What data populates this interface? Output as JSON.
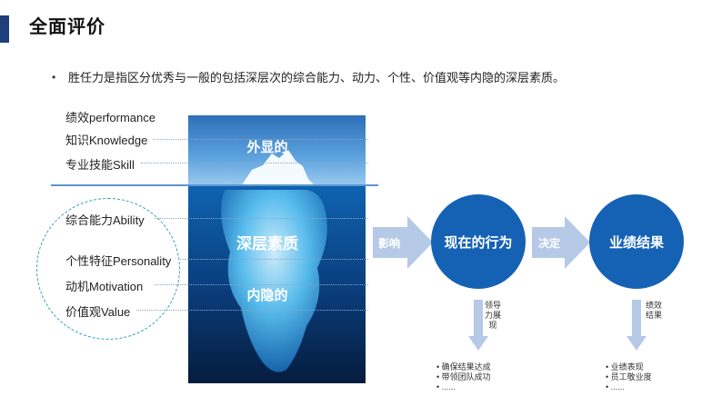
{
  "header": {
    "title": "全面评价"
  },
  "intro": {
    "bullet": "•",
    "text": "胜任力是指区分优秀与一般的包括深层次的综合能力、动力、个性、价值观等内隐的深层素质。"
  },
  "above_labels": [
    "绩效performance",
    "知识Knowledge",
    "专业技能Skill"
  ],
  "below_labels": [
    "综合能力Ability",
    "个性特征Personality",
    "动机Motivation",
    "价值观Value"
  ],
  "iceberg": {
    "top_label": "外显的",
    "middle_label": "深层素质",
    "bottom_label": "内隐的"
  },
  "flow": {
    "arrow1_label": "影响",
    "circle1_label": "现在的行为",
    "arrow2_label": "决定",
    "circle2_label": "业绩结果"
  },
  "down1": {
    "label": "领导力展现",
    "items": [
      "确保结果达成",
      "带领团队成功",
      "......"
    ]
  },
  "down2": {
    "label": "绩效结果",
    "items": [
      "业绩表现",
      "员工敬业度",
      "......"
    ]
  },
  "colors": {
    "accent": "#1562b4",
    "arrow": "#b6c9e6",
    "title_bar": "#1f3f7a"
  }
}
